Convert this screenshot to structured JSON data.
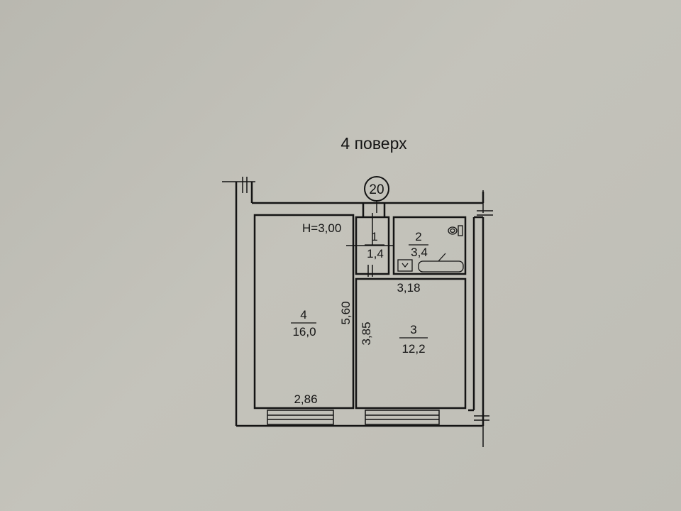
{
  "floor_label": "4 поверх",
  "apartment_number": "20",
  "ceiling_height": "H=3,00",
  "rooms": [
    {
      "number": "1",
      "area": "1,4"
    },
    {
      "number": "2",
      "area": "3,4"
    },
    {
      "number": "3",
      "area": "12,2"
    },
    {
      "number": "4",
      "area": "16,0"
    }
  ],
  "dimensions": {
    "room4_length": "5,60",
    "room4_width": "2,86",
    "room3_length": "3,85",
    "room3_width": "3,18"
  },
  "colors": {
    "paper": "#c0bfb7",
    "ink": "#141414"
  }
}
